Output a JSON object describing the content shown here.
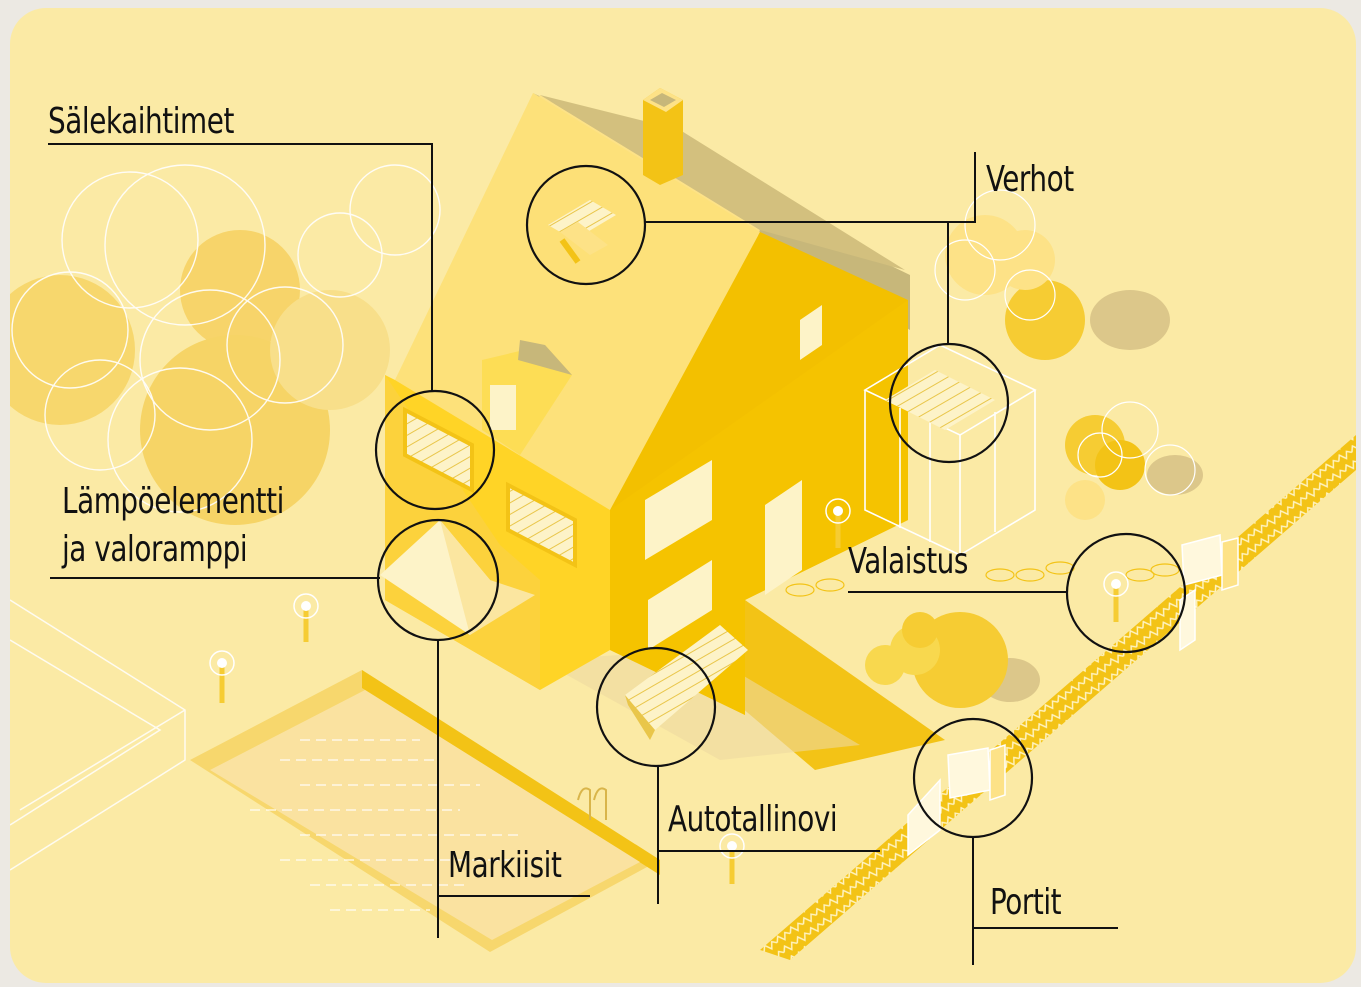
{
  "diagram": {
    "labels": {
      "salekaihtimet": "Sälekaihtimet",
      "verhot": "Verhot",
      "lampoelementti_line1": "Lämpöelementti",
      "lampoelementti_line2": "ja valoramppi",
      "valaistus": "Valaistus",
      "markiisit": "Markiisit",
      "autotallinovi": "Autotallinovi",
      "portit": "Portit"
    }
  },
  "colors": {
    "background": "#fbeaa5",
    "house_main": "#fcd23c",
    "house_light": "#fee287",
    "house_dark": "#f0bf00",
    "roof_shadow": "#c7b77a",
    "callout_ring": "#111111",
    "line_white": "#ffffff"
  }
}
